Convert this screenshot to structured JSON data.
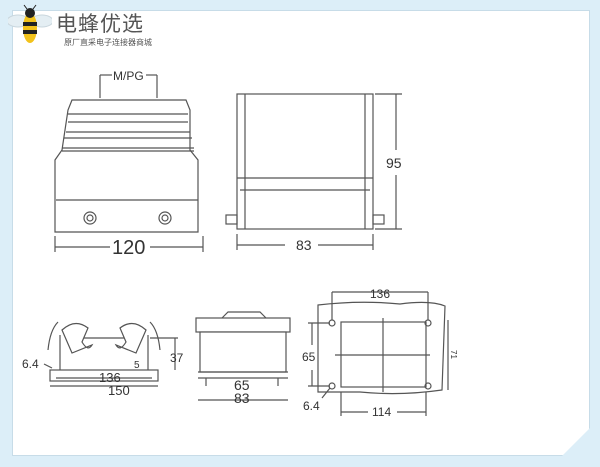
{
  "brand": {
    "title": "电蜂优选",
    "subtitle": "原厂直采电子连接器商城",
    "icon": "bee-icon",
    "colors": {
      "bee_yellow": "#f2c21b",
      "bee_black": "#222222",
      "text": "#555555"
    }
  },
  "frame": {
    "border_color": "#dceef8",
    "panel_color": "#ffffff"
  },
  "views": {
    "front": {
      "cable_entry_label": "M/PG",
      "width_label": "120"
    },
    "side": {
      "height_label": "95",
      "depth_label": "83"
    },
    "base_front": {
      "offset_label": "6.4",
      "height_label": "37",
      "slot_label": "5",
      "inner_width_label": "136",
      "outer_width_label": "150"
    },
    "base_side": {
      "inner_label": "65",
      "outer_label": "83"
    },
    "mounting": {
      "top_spacing_label": "136",
      "left_spacing_label": "65",
      "right_spacing_label": "71",
      "bottom_width_label": "114",
      "hole_label": "6.4"
    }
  }
}
